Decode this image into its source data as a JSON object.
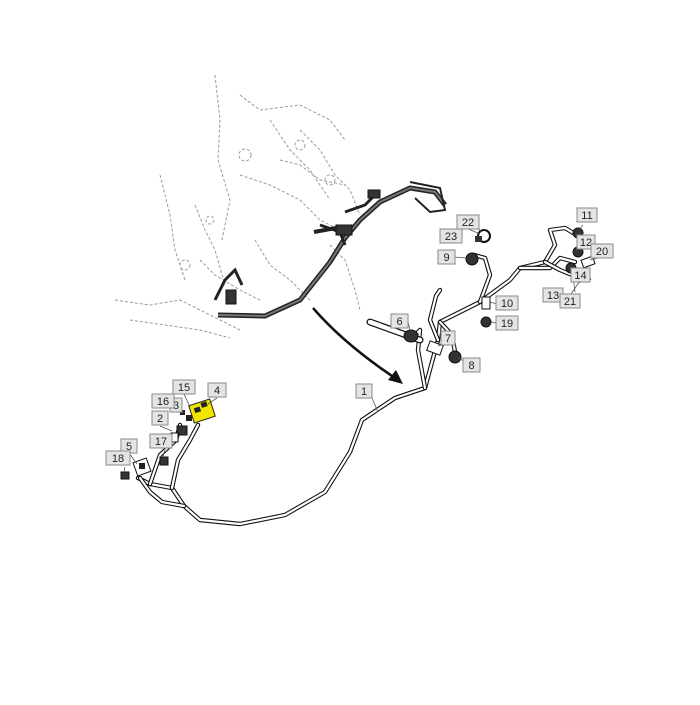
{
  "diagram": {
    "highlight_color": "#f2e600",
    "callouts": [
      {
        "id": "c1",
        "label": "1"
      },
      {
        "id": "c2",
        "label": "2"
      },
      {
        "id": "c3",
        "label": "3"
      },
      {
        "id": "c4",
        "label": "4"
      },
      {
        "id": "c5",
        "label": "5"
      },
      {
        "id": "c6",
        "label": "6"
      },
      {
        "id": "c7",
        "label": "7"
      },
      {
        "id": "c8",
        "label": "8"
      },
      {
        "id": "c9",
        "label": "9"
      },
      {
        "id": "c10",
        "label": "10"
      },
      {
        "id": "c11",
        "label": "11"
      },
      {
        "id": "c12",
        "label": "12"
      },
      {
        "id": "c13",
        "label": "13"
      },
      {
        "id": "c14",
        "label": "14"
      },
      {
        "id": "c15",
        "label": "15"
      },
      {
        "id": "c16",
        "label": "16"
      },
      {
        "id": "c17",
        "label": "17"
      },
      {
        "id": "c18",
        "label": "18"
      },
      {
        "id": "c19",
        "label": "19"
      },
      {
        "id": "c20",
        "label": "20"
      },
      {
        "id": "c21",
        "label": "21"
      },
      {
        "id": "c22",
        "label": "22"
      },
      {
        "id": "c23",
        "label": "23"
      }
    ]
  }
}
